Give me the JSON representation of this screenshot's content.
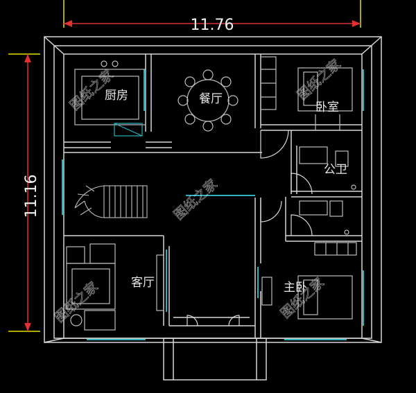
{
  "dimensions": {
    "width_label": "11.76",
    "height_label": "11.16"
  },
  "rooms": {
    "kitchen": "厨房",
    "dining": "餐厅",
    "bedroom": "卧室",
    "bathroom": "公卫",
    "living": "客厅",
    "master": "主卧"
  },
  "watermark": "图纸之家",
  "colors": {
    "background": "#000000",
    "wall": "#d8d8d8",
    "dimension": "#e23030",
    "window": "#2bb3c0",
    "fixture": "#bdbdbd"
  }
}
